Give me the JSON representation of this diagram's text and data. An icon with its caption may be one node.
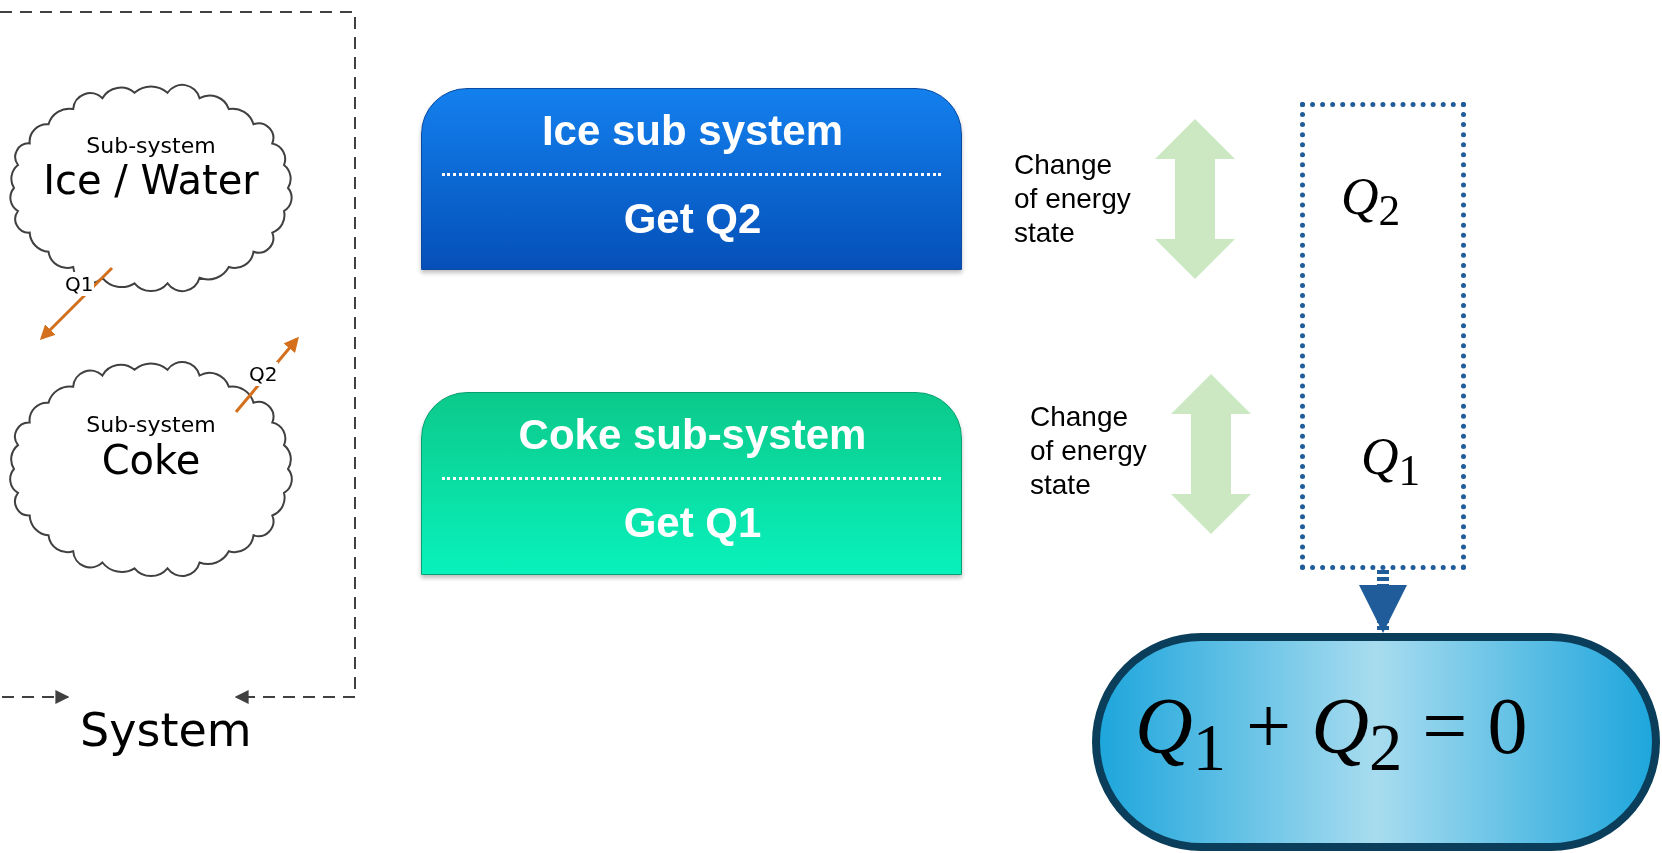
{
  "diagram": {
    "nodes": [
      {
        "text": [
          "System"
        ]
      },
      {
        "text": [
          "Sub-system",
          "Ice / Water"
        ],
        "in": 0
      },
      {
        "text": [
          "Sub-system",
          "Coke"
        ],
        "in": 0
      },
      {
        "text": [
          "Ice sub system",
          "Get Q2"
        ]
      },
      {
        "text": [
          "Coke sub-system",
          "Get Q1"
        ]
      },
      {
        "text": [
          "*Q*$_{2}$",
          "*Q*$_{1}$"
        ]
      },
      {
        "text": [
          "*Q*$_{1}$ + *Q*$_{2}$ = 0"
        ]
      }
    ],
    "edges": [
      {
        "from": 1,
        "to": null,
        "arrow": "to",
        "label": "Q1"
      },
      {
        "from": 2,
        "to": null,
        "arrow": "to",
        "label": "Q2"
      },
      {
        "from": 5,
        "to": 6,
        "arrow": "to",
        "style": "dashed",
        "color": "#1f5c99"
      }
    ],
    "labels": [
      "Change of energy state",
      "Change of energy state"
    ]
  }
}
